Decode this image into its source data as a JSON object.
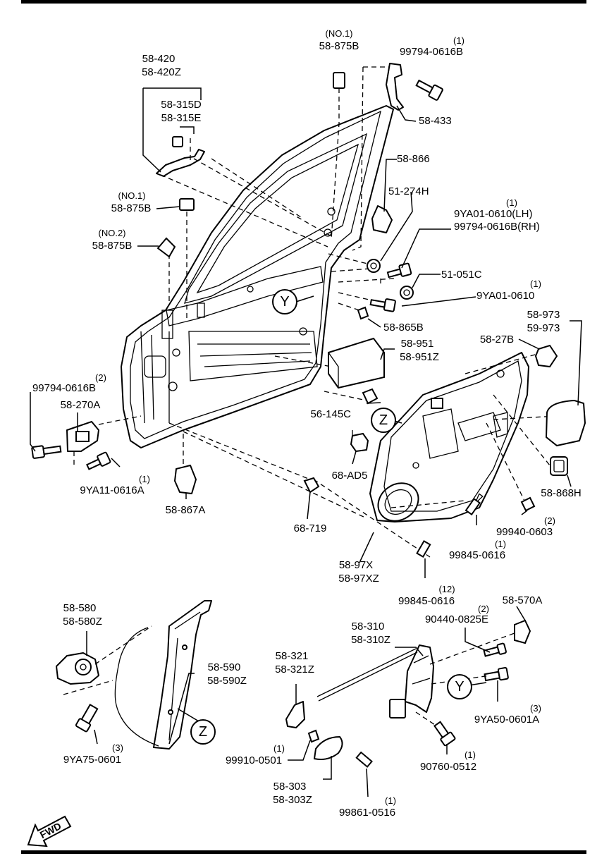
{
  "diagram": {
    "frame_color": "#000000",
    "labels": [
      {
        "id": "no1_875b_top_note",
        "text": "(NO.1)"
      },
      {
        "id": "no1_875b_top",
        "text": "58-875B"
      },
      {
        "id": "qty_99794_top",
        "text": "(1)"
      },
      {
        "id": "p99794_0616b_top",
        "text": "99794-0616B"
      },
      {
        "id": "p58_433",
        "text": "58-433"
      },
      {
        "id": "p58_420",
        "text": "58-420"
      },
      {
        "id": "p58_420z",
        "text": "58-420Z"
      },
      {
        "id": "p58_315d",
        "text": "58-315D"
      },
      {
        "id": "p58_315e",
        "text": "58-315E"
      },
      {
        "id": "p58_866",
        "text": "58-866"
      },
      {
        "id": "p51_274h",
        "text": "51-274H"
      },
      {
        "id": "qty_9ya01_lh",
        "text": "(1)"
      },
      {
        "id": "p9ya01_0610_lh",
        "text": "9YA01-0610(LH)"
      },
      {
        "id": "p99794_0616b_rh",
        "text": "99794-0616B(RH)"
      },
      {
        "id": "no1_875b_mid_note",
        "text": "(NO.1)"
      },
      {
        "id": "no1_875b_mid",
        "text": "58-875B"
      },
      {
        "id": "no2_875b_note",
        "text": "(NO.2)"
      },
      {
        "id": "no2_875b",
        "text": "58-875B"
      },
      {
        "id": "p51_051c",
        "text": "51-051C"
      },
      {
        "id": "qty_9ya01_0610",
        "text": "(1)"
      },
      {
        "id": "p9ya01_0610",
        "text": "9YA01-0610"
      },
      {
        "id": "p58_973",
        "text": "58-973"
      },
      {
        "id": "p59_973",
        "text": "59-973"
      },
      {
        "id": "p58_865b",
        "text": "58-865B"
      },
      {
        "id": "p58_27b",
        "text": "58-27B"
      },
      {
        "id": "p58_951",
        "text": "58-951"
      },
      {
        "id": "p58_951z",
        "text": "58-951Z"
      },
      {
        "id": "qty_99794_left",
        "text": "(2)"
      },
      {
        "id": "p99794_0616b_left",
        "text": "99794-0616B"
      },
      {
        "id": "p58_270a",
        "text": "58-270A"
      },
      {
        "id": "p56_145c",
        "text": "56-145C"
      },
      {
        "id": "p68_ad5",
        "text": "68-AD5"
      },
      {
        "id": "qty_9ya11",
        "text": "(1)"
      },
      {
        "id": "p9ya11_0616a",
        "text": "9YA11-0616A"
      },
      {
        "id": "p58_867a",
        "text": "58-867A"
      },
      {
        "id": "p68_719",
        "text": "68-719"
      },
      {
        "id": "p58_868h",
        "text": "58-868H"
      },
      {
        "id": "qty_99940",
        "text": "(2)"
      },
      {
        "id": "p99940_0603",
        "text": "99940-0603"
      },
      {
        "id": "qty_99845_a",
        "text": "(1)"
      },
      {
        "id": "p99845_0616_a",
        "text": "99845-0616"
      },
      {
        "id": "p58_97x",
        "text": "58-97X"
      },
      {
        "id": "p58_97xz",
        "text": "58-97XZ"
      },
      {
        "id": "qty_99845_b",
        "text": "(12)"
      },
      {
        "id": "p99845_0616_b",
        "text": "99845-0616"
      },
      {
        "id": "p58_580",
        "text": "58-580"
      },
      {
        "id": "p58_580z",
        "text": "58-580Z"
      },
      {
        "id": "p58_590",
        "text": "58-590"
      },
      {
        "id": "p58_590z",
        "text": "58-590Z"
      },
      {
        "id": "qty_9ya75",
        "text": "(3)"
      },
      {
        "id": "p9ya75_0601",
        "text": "9YA75-0601"
      },
      {
        "id": "p58_310",
        "text": "58-310"
      },
      {
        "id": "p58_310z",
        "text": "58-310Z"
      },
      {
        "id": "qty_90440",
        "text": "(2)"
      },
      {
        "id": "p90440_0825e",
        "text": "90440-0825E"
      },
      {
        "id": "p58_570a",
        "text": "58-570A"
      },
      {
        "id": "p58_321",
        "text": "58-321"
      },
      {
        "id": "p58_321z",
        "text": "58-321Z"
      },
      {
        "id": "qty_9ya50",
        "text": "(3)"
      },
      {
        "id": "p9ya50_0601a",
        "text": "9YA50-0601A"
      },
      {
        "id": "qty_99910",
        "text": "(1)"
      },
      {
        "id": "p99910_0501",
        "text": "99910-0501"
      },
      {
        "id": "qty_90760",
        "text": "(1)"
      },
      {
        "id": "p90760_0512",
        "text": "90760-0512"
      },
      {
        "id": "p58_303",
        "text": "58-303"
      },
      {
        "id": "p58_303z",
        "text": "58-303Z"
      },
      {
        "id": "qty_99861",
        "text": "(1)"
      },
      {
        "id": "p99861_0516",
        "text": "99861-0516"
      }
    ],
    "callouts": {
      "y_door": "Y",
      "z_door": "Z",
      "y_latch": "Y",
      "z_regulator": "Z"
    },
    "fwd_arrow": "FWD"
  }
}
